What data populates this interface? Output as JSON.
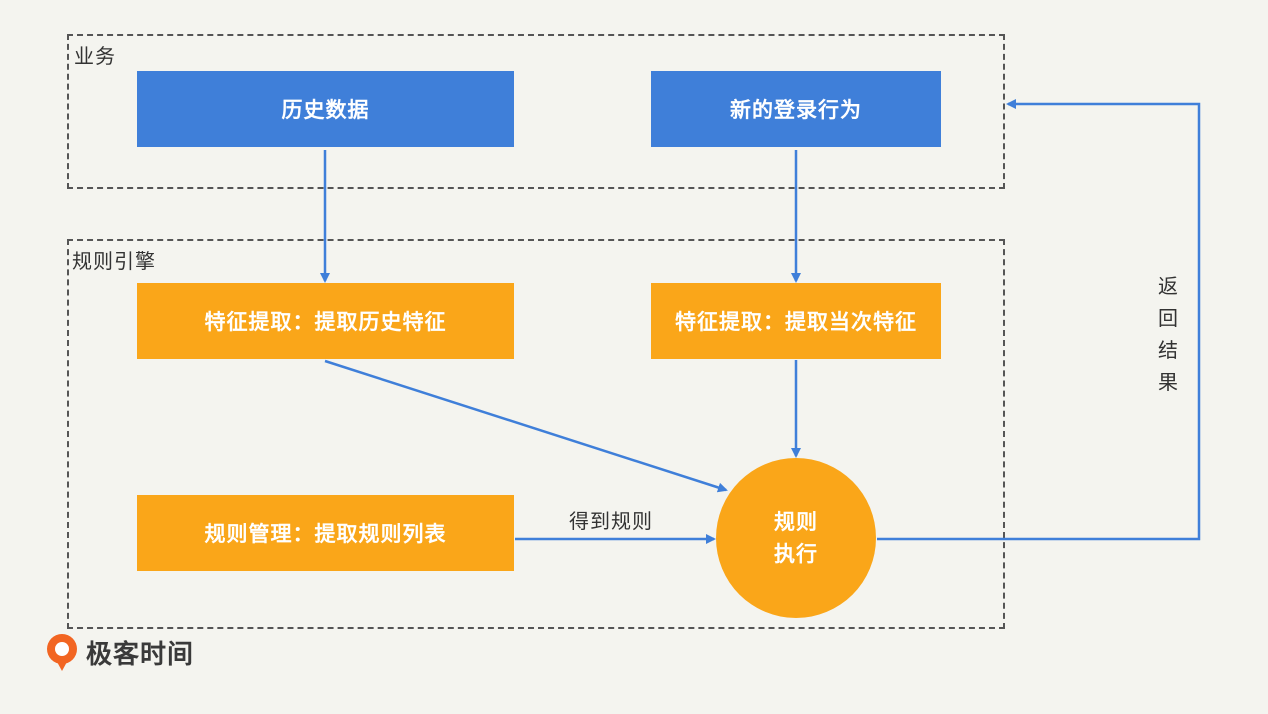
{
  "groups": {
    "business": {
      "label": "业务"
    },
    "rule_engine": {
      "label": "规则引擎"
    }
  },
  "nodes": {
    "history_data": "历史数据",
    "new_login": "新的登录行为",
    "feature_history": "特征提取：提取历史特征",
    "feature_current": "特征提取：提取当次特征",
    "rule_manage": "规则管理：提取规则列表",
    "rule_exec_line1": "规则",
    "rule_exec_line2": "执行"
  },
  "edges": {
    "get_rules": "得到规则",
    "return_result": [
      "返",
      "回",
      "结",
      "果"
    ]
  },
  "logo": {
    "text": "极客时间"
  },
  "colors": {
    "blue": "#3f7fd9",
    "orange": "#faa619",
    "arrow": "#3f7fd9",
    "background": "#f4f4ef"
  }
}
